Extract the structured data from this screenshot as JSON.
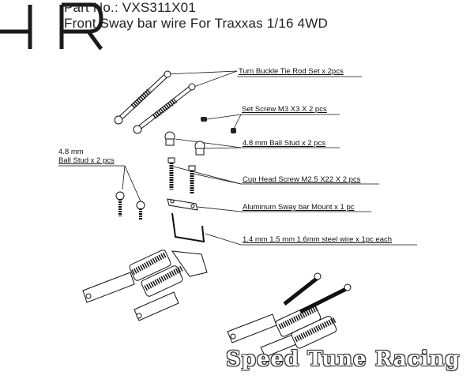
{
  "header": {
    "part_no": "Part No.: VXS311X01",
    "title": "Front Sway bar wire For Traxxas 1/16 4WD"
  },
  "callouts": {
    "turnbuckle": "Turn Buckle Tie Rod Set x 2pcs",
    "set_screw": "Set Screw M3 X3 X 2 pcs",
    "ball_stud_48": "4.8 mm Ball Stud x 2 pcs",
    "cup_head_screw": "Cup Head Screw M2.5 X22 X 2 pcs",
    "sway_bar_mount": "Aluminum Sway bar Mount x 1 pc",
    "steel_wire": "1.4 mm 1.5 mm 1.6mm steel wire x 1pc each",
    "left_stud_line1": "4.8 mm",
    "left_stud_line2": "Ball Stud x 2 pcs"
  },
  "watermark": "Speed Tune Racing"
}
